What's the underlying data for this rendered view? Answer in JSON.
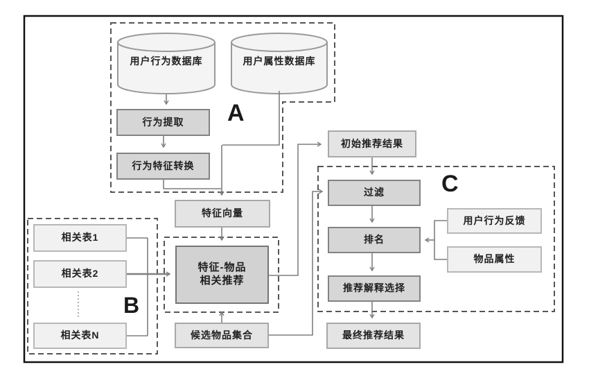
{
  "diagram": {
    "title_hint": "recommendation-system-flowchart",
    "regions": {
      "a": {
        "label": "A"
      },
      "b": {
        "label": "B"
      },
      "c": {
        "label": "C"
      }
    },
    "nodes": {
      "user_behavior_db": "用户行为数据库",
      "user_attr_db": "用户属性数据库",
      "behavior_extract": "行为提取",
      "behavior_feature_convert": "行为特征转换",
      "feature_vector": "特征向量",
      "feature_item_line1": "特征-物品",
      "feature_item_line2": "相关推荐",
      "related_table_1": "相关表1",
      "related_table_2": "相关表2",
      "related_table_n": "相关表N",
      "candidate_items": "候选物品集合",
      "initial_results": "初始推荐结果",
      "filter": "过滤",
      "rank": "排名",
      "explanation_select": "推荐解释选择",
      "final_results": "最终推荐结果",
      "user_behavior_feedback": "用户行为反馈",
      "item_attributes": "物品属性"
    },
    "colors": {
      "process_node_fill": "#d6d6d6",
      "core_node_fill": "#d2d2d2",
      "result_node_fill": "#e4e4e4",
      "input_node_fill": "#f1f1f1",
      "connector_line": "#7f7f7f",
      "dashed_region": "#555555",
      "outer_border": "#111111",
      "text": "#1f1f1f"
    }
  }
}
